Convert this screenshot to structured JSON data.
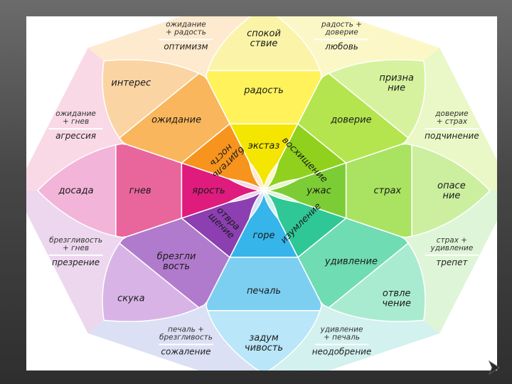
{
  "slide": {
    "bg_top": "#6b6b6b",
    "bg_bottom": "#2e2e2e",
    "panel_color": "#ffffff"
  },
  "petals": [
    {
      "id": "yellow",
      "color_outer": "#fbf4a8",
      "color_mid": "#fff25a",
      "color_inner": "#f4e600",
      "outer": "спокойствие",
      "outer_lines": [
        "спокой",
        "ствие"
      ],
      "mid": "радость",
      "inner": "экстаз"
    },
    {
      "id": "lightgreen",
      "color_outer": "#d7f29e",
      "color_mid": "#b4e54e",
      "color_inner": "#8fd11c",
      "outer": "признание",
      "outer_lines": [
        "призна",
        "ние"
      ],
      "mid": "доверие",
      "inner": "восхищение"
    },
    {
      "id": "green",
      "color_outer": "#cbef9f",
      "color_mid": "#a9e361",
      "color_inner": "#7ccd35",
      "outer": "опасение",
      "outer_lines": [
        "опасе",
        "ние"
      ],
      "mid": "страх",
      "inner": "ужас"
    },
    {
      "id": "teal",
      "color_outer": "#a9ebd0",
      "color_mid": "#6fdcb3",
      "color_inner": "#2fc796",
      "outer": "отвлечение",
      "outer_lines": [
        "отвле",
        "чение"
      ],
      "mid": "удивление",
      "inner": "изумление"
    },
    {
      "id": "blue",
      "color_outer": "#b9e6f8",
      "color_mid": "#7dcff2",
      "color_inner": "#36b5ea",
      "outer": "задумчивость",
      "outer_lines": [
        "задум",
        "чивость"
      ],
      "mid": "печаль",
      "inner": "горе"
    },
    {
      "id": "purple",
      "color_outer": "#d8b4e6",
      "color_mid": "#b17bcd",
      "color_inner": "#8b3fb0",
      "outer": "скука",
      "outer_lines": [
        "скука"
      ],
      "mid": "брезгливость",
      "mid_lines": [
        "брезгли",
        "вость"
      ],
      "inner": "отвращение",
      "inner_lines": [
        "отвра",
        "щение"
      ]
    },
    {
      "id": "magenta",
      "color_outer": "#f3b4d9",
      "color_mid": "#e9669d",
      "color_inner": "#df1c7d",
      "outer": "досада",
      "outer_lines": [
        "досада"
      ],
      "mid": "гнев",
      "inner": "ярость"
    },
    {
      "id": "orange",
      "color_outer": "#fbd4a4",
      "color_mid": "#f9b65c",
      "color_inner": "#f7941d",
      "outer": "интерес",
      "outer_lines": [
        "интерес"
      ],
      "mid": "ожидание",
      "inner": "бдительность",
      "inner_lines": [
        "бдитель",
        "ность"
      ]
    }
  ],
  "dyads": [
    {
      "between": [
        "yellow",
        "lightgreen"
      ],
      "sum": [
        "радость +",
        "доверие"
      ],
      "name": "любовь",
      "color": "#fbf7c7"
    },
    {
      "between": [
        "lightgreen",
        "green"
      ],
      "sum": [
        "доверие",
        "+ страх"
      ],
      "name": "подчинение",
      "color": "#eaf7c7"
    },
    {
      "between": [
        "green",
        "teal"
      ],
      "sum": [
        "страх +",
        "удивление"
      ],
      "name": "трепет",
      "color": "#dff5d8"
    },
    {
      "between": [
        "teal",
        "blue"
      ],
      "sum": [
        "удивление",
        "+ печаль"
      ],
      "name": "неодобрение",
      "color": "#d3f1ee"
    },
    {
      "between": [
        "blue",
        "purple"
      ],
      "sum": [
        "печаль +",
        "брезгливость"
      ],
      "name": "сожаление",
      "color": "#dbe0f4"
    },
    {
      "between": [
        "purple",
        "magenta"
      ],
      "sum": [
        "брезгливость",
        "+ гнев"
      ],
      "name": "презрение",
      "color": "#ecd7ee"
    },
    {
      "between": [
        "magenta",
        "orange"
      ],
      "sum": [
        "ожидание",
        "+ гнев"
      ],
      "name": "агрессия",
      "color": "#f9d9e5"
    },
    {
      "between": [
        "orange",
        "yellow"
      ],
      "sum": [
        "ожидание",
        "+ радость"
      ],
      "name": "оптимизм",
      "color": "#fdeacf"
    }
  ]
}
